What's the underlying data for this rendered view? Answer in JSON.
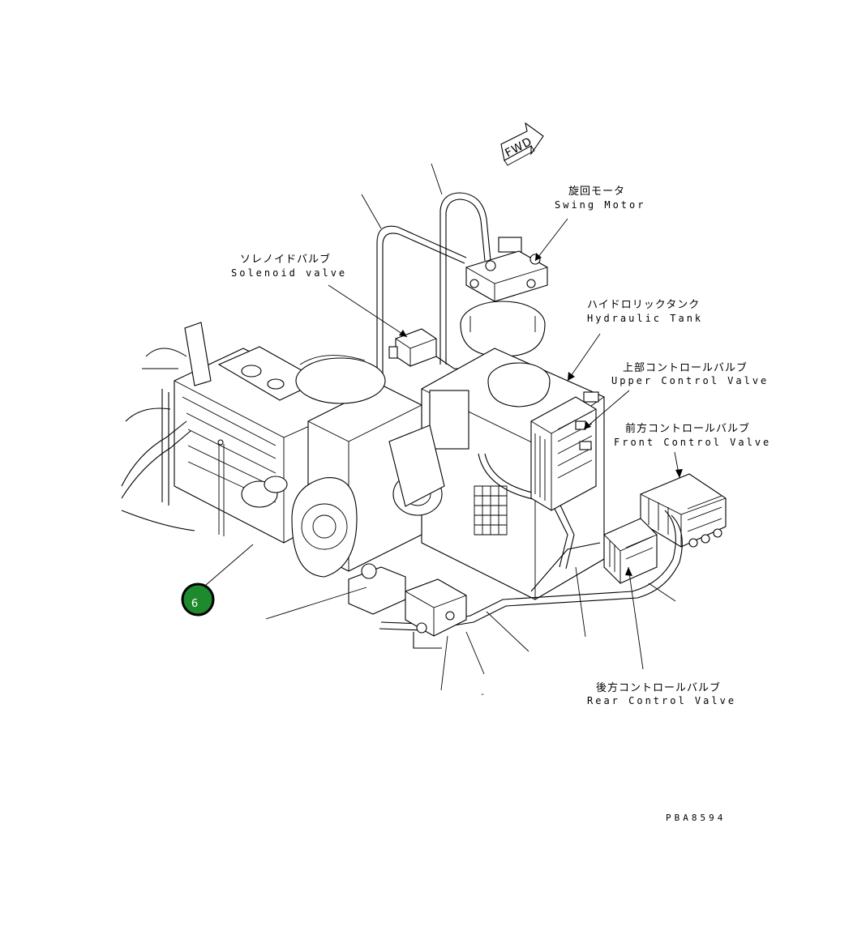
{
  "fwd": "FWD",
  "labels": {
    "swing_motor": {
      "jp": "旋回モータ",
      "en": "Swing Motor"
    },
    "solenoid_valve": {
      "jp": "ソレノイドバルブ",
      "en": "Solenoid valve"
    },
    "hydraulic_tank": {
      "jp": "ハイドロリックタンク",
      "en": "Hydraulic Tank"
    },
    "upper_control_valve": {
      "jp": "上部コントロールバルブ",
      "en": "Upper Control Valve"
    },
    "front_control_valve": {
      "jp": "前方コントロールバルブ",
      "en": "Front Control Valve"
    },
    "rear_control_valve": {
      "jp": "後方コントロールバルブ",
      "en": "Rear Control Valve"
    }
  },
  "callout": {
    "number": "6",
    "color": "#1e8a2e",
    "ring_color": "#000000"
  },
  "drawing_number": "PBA8594",
  "minor_mark": "-"
}
